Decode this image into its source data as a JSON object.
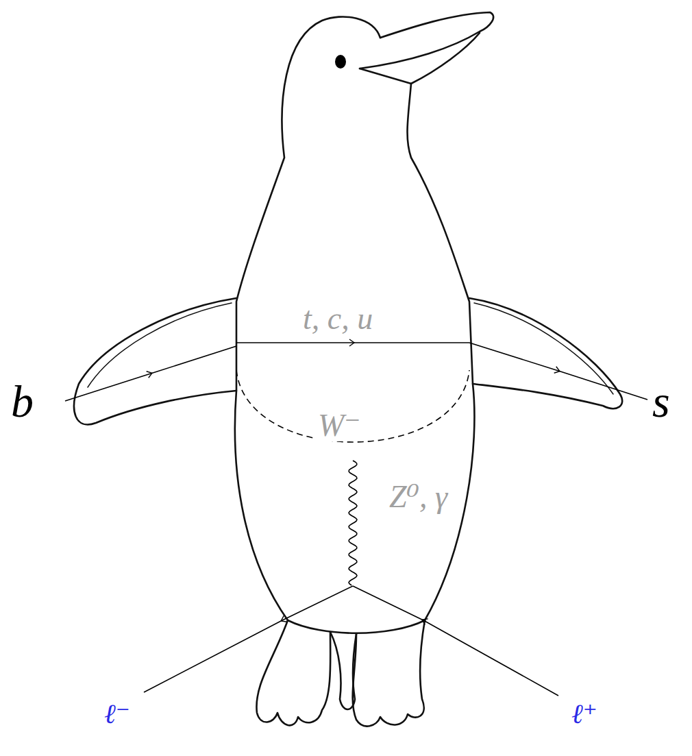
{
  "diagram": {
    "labels": [
      "t, c, u",
      "b",
      "s",
      "W⁻",
      "Z⁰, γ",
      "ℓ⁻",
      "ℓ⁺"
    ]
  }
}
